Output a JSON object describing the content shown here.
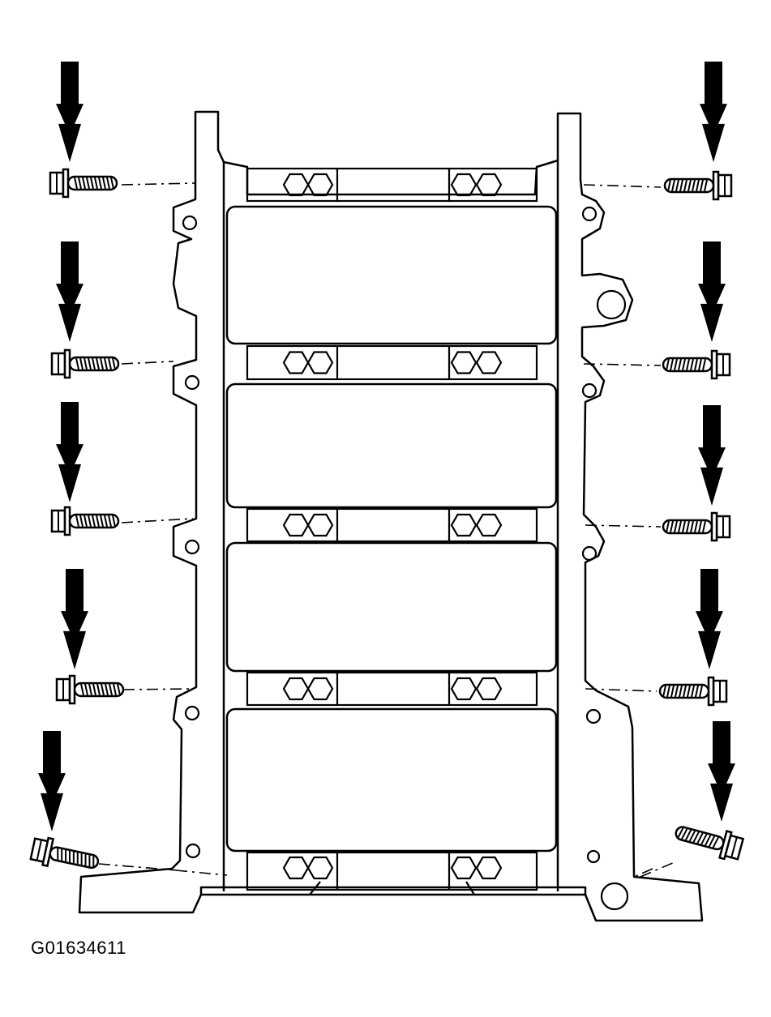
{
  "figure": {
    "code": "G01634611",
    "ink_color": "#000000",
    "paper_color": "#ffffff"
  },
  "parts": {
    "main_bearing_caps": 5,
    "bolts_per_side": 5,
    "icons": [
      "down-arrow-icon",
      "flange-bolt-icon",
      "hex-nut-icon",
      "bolt-hole-icon"
    ]
  }
}
